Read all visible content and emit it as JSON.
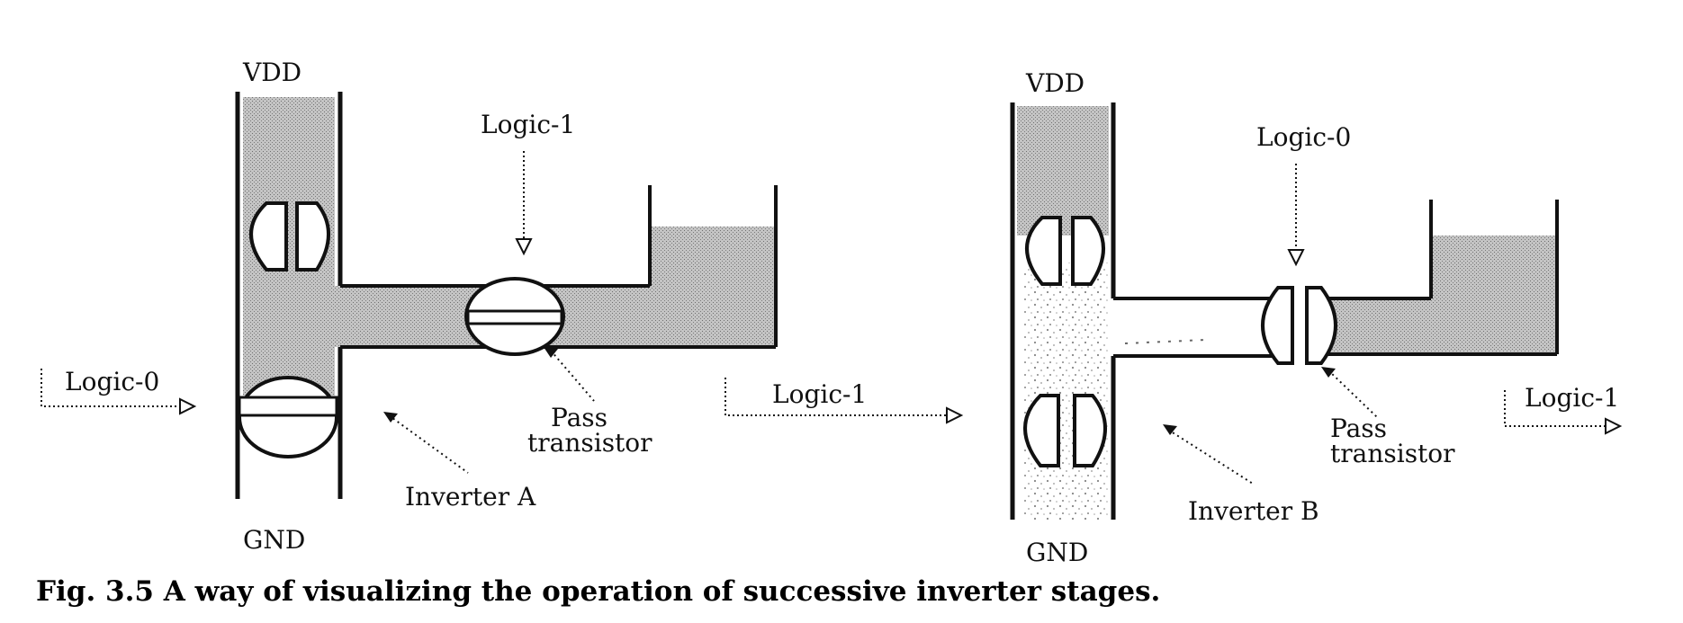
{
  "left": {
    "vdd": "VDD",
    "gnd": "GND",
    "gate_input": "Logic-1",
    "input": "Logic-0",
    "pass_label_1": "Pass",
    "pass_label_2": "transistor",
    "inverter": "Inverter A"
  },
  "right": {
    "vdd": "VDD",
    "gnd": "GND",
    "gate_input": "Logic-0",
    "input": "Logic-1",
    "output": "Logic-1",
    "pass_label_1": "Pass",
    "pass_label_2": "transistor",
    "inverter": "Inverter B"
  },
  "caption": "Fig. 3.5 A way of visualizing the operation of successive inverter stages.",
  "colors": {
    "ink": "#111111",
    "water": "#b9b9b9"
  }
}
